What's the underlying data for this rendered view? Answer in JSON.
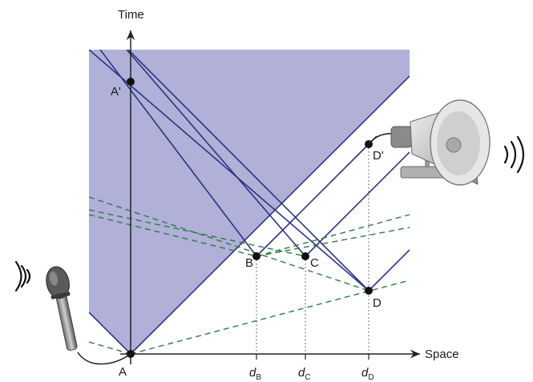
{
  "axes": {
    "x_label": "Space",
    "y_label": "Time"
  },
  "points": {
    "A": "A",
    "A_prime": "A'",
    "B": "B",
    "C": "C",
    "D": "D",
    "D_prime": "D'"
  },
  "ticks": {
    "dB": {
      "d": "d",
      "sub": "B"
    },
    "dC": {
      "d": "d",
      "sub": "C"
    },
    "dD": {
      "d": "d",
      "sub": "D"
    }
  },
  "icons": {
    "microphone": "microphone-icon",
    "loudspeaker": "loudspeaker-icon",
    "sound_waves": "sound-waves-icon"
  },
  "colors": {
    "cone_fill": "#b0b0d8",
    "signal_line": "#2e3380",
    "dashed_line": "#2f7a45",
    "axis": "#222222"
  }
}
